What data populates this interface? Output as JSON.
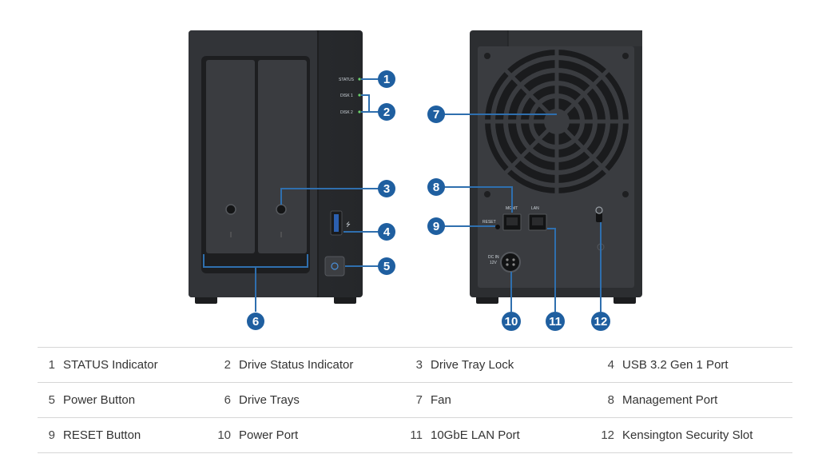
{
  "panel_labels": {
    "status": "STATUS",
    "disk1": "DISK 1",
    "disk2": "DISK 2",
    "reset": "RESET",
    "mgmt": "MGMT",
    "lan": "LAN",
    "dc_in": "DC IN",
    "dc_v": "12V"
  },
  "callouts": [
    "1",
    "2",
    "3",
    "4",
    "5",
    "6",
    "7",
    "8",
    "9",
    "10",
    "11",
    "12"
  ],
  "legend": [
    [
      {
        "num": "1",
        "label": "STATUS Indicator"
      },
      {
        "num": "2",
        "label": "Drive Status Indicator"
      },
      {
        "num": "3",
        "label": "Drive Tray Lock"
      },
      {
        "num": "4",
        "label": "USB 3.2 Gen 1 Port"
      }
    ],
    [
      {
        "num": "5",
        "label": "Power Button"
      },
      {
        "num": "6",
        "label": "Drive Trays"
      },
      {
        "num": "7",
        "label": "Fan"
      },
      {
        "num": "8",
        "label": "Management Port"
      }
    ],
    [
      {
        "num": "9",
        "label": "RESET Button"
      },
      {
        "num": "10",
        "label": "Power Port"
      },
      {
        "num": "11",
        "label": "10GbE LAN Port"
      },
      {
        "num": "12",
        "label": "Kensington Security Slot"
      }
    ]
  ],
  "colors": {
    "callout": "#1f5fa0",
    "chassis": "#2b2d30",
    "leader": "#2f6fae"
  }
}
